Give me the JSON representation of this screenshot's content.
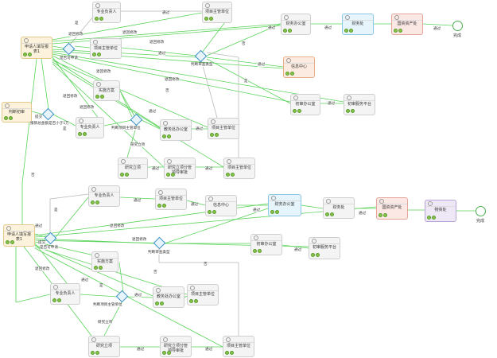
{
  "nodes": [
    {
      "id": "a_start",
      "text": "申请人填写报表1",
      "style": "n-start"
    },
    {
      "id": "a_zhuanye",
      "text": "专业负责人"
    },
    {
      "id": "a_zhuguan",
      "text": "项目主管单位"
    },
    {
      "id": "a_lingdao2",
      "text": "项目主管单位"
    },
    {
      "id": "a_caiwu",
      "text": "财务办公室"
    },
    {
      "id": "a_caiwuchu",
      "text": "财务处",
      "style": "n-blue"
    },
    {
      "id": "a_guoziyuan",
      "text": "国资资产处",
      "style": "n-red"
    },
    {
      "id": "a_xinxi",
      "text": "信息中心",
      "style": "n-org"
    },
    {
      "id": "a_chubanwei",
      "text": "初审办公室"
    },
    {
      "id": "a_chushen",
      "text": "初审服务平台"
    },
    {
      "id": "a_judge",
      "text": "判断初审",
      "style": "n-start"
    },
    {
      "id": "a_shishi",
      "text": "实施方案"
    },
    {
      "id": "a_jiaowu",
      "text": "教务处办公室"
    },
    {
      "id": "a_xiangmu",
      "text": "项目主管单位"
    },
    {
      "id": "a_yanjiu",
      "text": "研究立项"
    },
    {
      "id": "a_yanjiuz",
      "text": "研究立项分管领导审批"
    },
    {
      "id": "a_xmzg3",
      "text": "项目主管单位"
    },
    {
      "id": "b_start",
      "text": "申请人填写报表1",
      "style": "n-start"
    },
    {
      "id": "b_zhuanye",
      "text": "专业负责人"
    },
    {
      "id": "b_zhuguan",
      "text": "项目主管单位"
    },
    {
      "id": "b_xinxi",
      "text": "信息中心"
    },
    {
      "id": "b_caiwu",
      "text": "财务办公室",
      "style": "n-blue"
    },
    {
      "id": "b_caiwuchu",
      "text": "财务处"
    },
    {
      "id": "b_guoziyuan",
      "text": "国资资产处",
      "style": "n-red"
    },
    {
      "id": "b_wuzi",
      "text": "物资处",
      "style": "n-pur"
    },
    {
      "id": "b_chuban",
      "text": "初审办公室"
    },
    {
      "id": "b_chushen",
      "text": "初审服务平台"
    },
    {
      "id": "b_shishi",
      "text": "实施方案"
    },
    {
      "id": "b_zhuanye2",
      "text": "专业负责人"
    },
    {
      "id": "b_jiaowu",
      "text": "教务处办公室"
    },
    {
      "id": "b_xiangmu",
      "text": "项目主管单位"
    },
    {
      "id": "b_yanjiu",
      "text": "研究立项"
    },
    {
      "id": "b_yanjiuz",
      "text": "研究立项分管领导审批"
    },
    {
      "id": "b_xmzg3",
      "text": "项目主管单位"
    }
  ],
  "gateways": [
    {
      "id": "ga1",
      "text": "是否可申请"
    },
    {
      "id": "ga2",
      "text": "判断审查类型"
    },
    {
      "id": "ga3",
      "text": "报销总金额是否小于1万"
    },
    {
      "id": "ga4",
      "text": "判断项目主管单位"
    },
    {
      "id": "gb1",
      "text": "是否可申请"
    },
    {
      "id": "gb2",
      "text": "判断审查类型"
    },
    {
      "id": "gb3",
      "text": "判断项目主管单位"
    }
  ],
  "ends": [
    {
      "id": "a_end",
      "text": "完成"
    },
    {
      "id": "b_end",
      "text": "完成"
    }
  ],
  "edge_labels": [
    "通过",
    "退回修改",
    "退回修改",
    "退回修改",
    "通过",
    "通过",
    "通过",
    "通过",
    "否",
    "是",
    "通过",
    "退回修改",
    "否",
    "是",
    "退回修改",
    "通过",
    "通过",
    "通过",
    "研究立项",
    "通过",
    "通过",
    "退回修改",
    "退回修改",
    "否",
    "是",
    "通过",
    "通过",
    "通过",
    "通过",
    "否",
    "是",
    "通过",
    "退回修改",
    "退回修改",
    "否",
    "是",
    "研究立项",
    "通过",
    "通过",
    "通过",
    "通过",
    "退回修改",
    "通过",
    "提交",
    "提交"
  ],
  "colors": {
    "edge": "#5ad35a",
    "edge_dark": "#3aa13a",
    "gray_edge": "#b9b9b9",
    "gateway": "#3a8fc4"
  }
}
